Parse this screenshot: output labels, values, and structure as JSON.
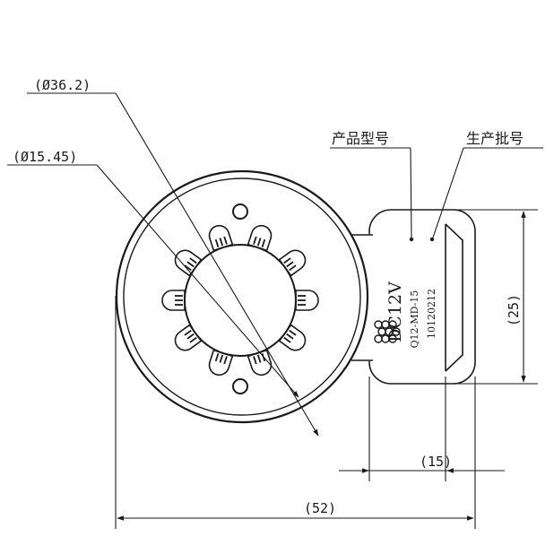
{
  "dimensions": {
    "outer_diameter": "(Ø36.2)",
    "inner_diameter": "(Ø15.45)",
    "height": "(25)",
    "depth": "(15)",
    "overall_width": "(52)"
  },
  "callouts": {
    "model_label": "产品型号",
    "batch_label": "生产批号"
  },
  "nameplate": {
    "voltage": "DC12V",
    "model": "Q12-MD-15",
    "batch": "10120212"
  },
  "colors": {
    "line": "#1a1a1a",
    "background": "#ffffff"
  }
}
